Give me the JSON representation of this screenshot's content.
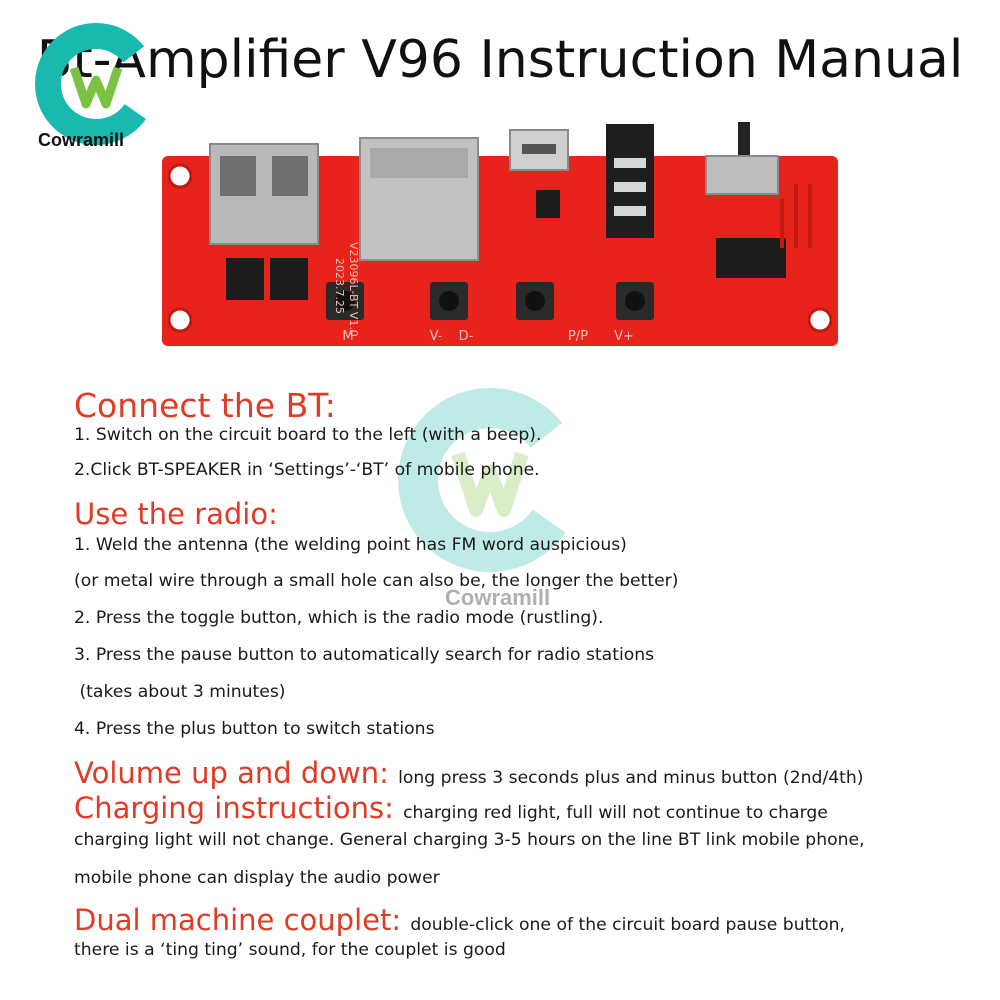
{
  "title": "Bt-Amplifier V96 Instruction Manual",
  "logo": {
    "brand": "Cowramill"
  },
  "board": {
    "label_date": "2023.7.25",
    "label_model": "V23096L-BT V1.0",
    "button_labels": [
      "M",
      "V-",
      "D-",
      "P/P",
      "V+"
    ]
  },
  "watermark": {
    "brand": "Cowramill"
  },
  "sections": {
    "connect": {
      "heading": "Connect the BT:",
      "lines": [
        "1. Switch on the circuit board to the left (with a beep).",
        "2.Click BT-SPEAKER in ‘Settings’-‘BT’ of mobile phone."
      ]
    },
    "radio": {
      "heading": "Use the radio:",
      "lines": [
        "1. Weld the antenna (the welding point has FM word auspicious)",
        "(or metal wire through a small hole can also be, the longer the better)",
        "2. Press the toggle button, which is the radio mode (rustling).",
        "3. Press the pause button to automatically search for radio stations",
        " (takes about 3 minutes)",
        "4. Press the plus button to switch stations"
      ]
    },
    "volume": {
      "heading": "Volume up and down:",
      "text": "long press 3 seconds plus and minus button (2nd/4th)"
    },
    "charging": {
      "heading": "Charging instructions:",
      "text": "charging red light, full will not continue to charge",
      "lines": [
        "charging light will not change. General charging 3-5 hours on the line BT link mobile phone,",
        "mobile phone can display the audio power"
      ]
    },
    "couplet": {
      "heading": "Dual machine couplet:",
      "text": "double-click one of the circuit board pause button,",
      "lines": [
        "there is a ‘ting ting’ sound, for the couplet is good"
      ]
    }
  },
  "colors": {
    "heading": "#e03b25",
    "board_red": "#e8231b",
    "logo_teal": "#1ab9b0",
    "logo_green": "#7cc242"
  }
}
